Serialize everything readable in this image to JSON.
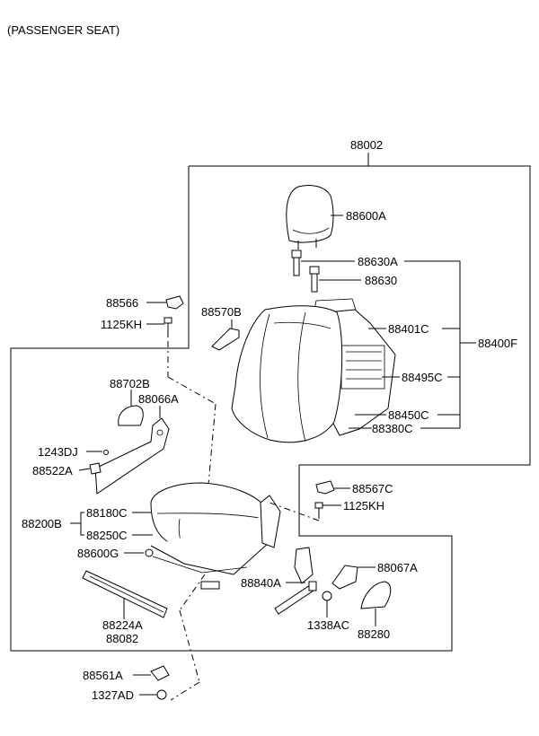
{
  "title": "(PASSENGER SEAT)",
  "labels": {
    "l88002": "88002",
    "l88600A": "88600A",
    "l88630A": "88630A",
    "l88630": "88630",
    "l88566": "88566",
    "l1125KH_top": "1125KH",
    "l88570B": "88570B",
    "l88401C": "88401C",
    "l88400F": "88400F",
    "l88495C": "88495C",
    "l88450C": "88450C",
    "l88380C": "88380C",
    "l88702B": "88702B",
    "l88066A": "88066A",
    "l1243DJ": "1243DJ",
    "l88522A": "88522A",
    "l88567C": "88567C",
    "l1125KH_mid": "1125KH",
    "l88180C": "88180C",
    "l88200B": "88200B",
    "l88250C": "88250C",
    "l88600G": "88600G",
    "l88067A": "88067A",
    "l88840A": "88840A",
    "l1338AC": "1338AC",
    "l88280": "88280",
    "l88224A": "88224A",
    "l88082": "88082",
    "l88561A": "88561A",
    "l1327AD": "1327AD"
  }
}
